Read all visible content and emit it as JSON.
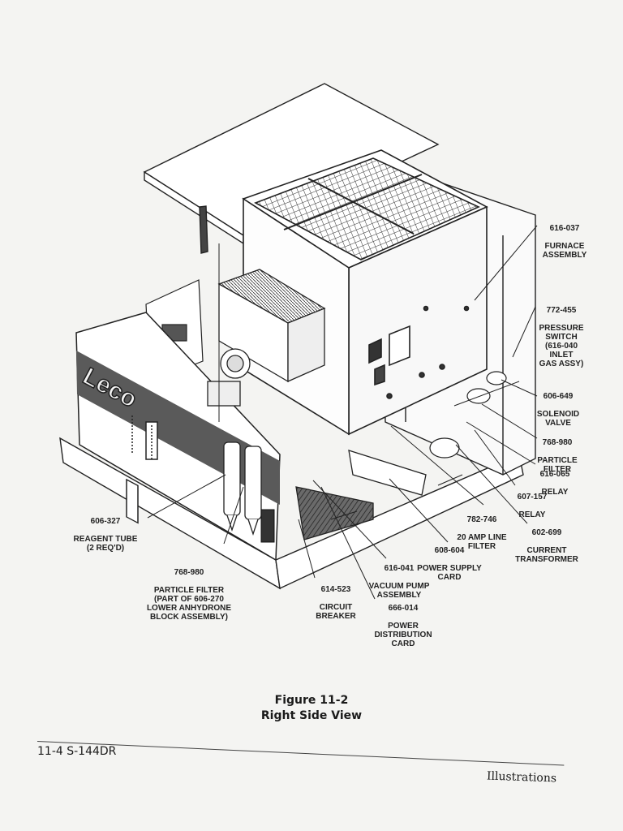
{
  "brand": {
    "logo_text": "Leco"
  },
  "callouts": [
    {
      "id": "furnace",
      "number": "616-037",
      "text": "FURNACE\nASSEMBLY"
    },
    {
      "id": "pressure",
      "number": "772-455",
      "text": "PRESSURE\nSWITCH\n(616-040\nINLET\nGAS ASSY)"
    },
    {
      "id": "solenoid",
      "number": "606-649",
      "text": "SOLENOID\nVALVE"
    },
    {
      "id": "pfilter-right",
      "number": "768-980",
      "text": "PARTICLE\nFILTER"
    },
    {
      "id": "relay1",
      "number": "616-065",
      "text": "RELAY"
    },
    {
      "id": "relay2",
      "number": "607-157",
      "text": "RELAY"
    },
    {
      "id": "transformer",
      "number": "602-699",
      "text": "CURRENT\nTRANSFORMER"
    },
    {
      "id": "linefilter",
      "number": "782-746",
      "text": "20 AMP LINE\nFILTER"
    },
    {
      "id": "powersupply",
      "number": "608-604",
      "text": "POWER SUPPLY\nCARD"
    },
    {
      "id": "vacuum",
      "number": "616-041",
      "text": "VACUUM PUMP\nASSEMBLY"
    },
    {
      "id": "distribution",
      "number": "666-014",
      "text": "POWER\nDISTRIBUTION\nCARD"
    },
    {
      "id": "breaker",
      "number": "614-523",
      "text": "CIRCUIT\nBREAKER"
    },
    {
      "id": "pfilter-left",
      "number": "768-980",
      "text": "PARTICLE FILTER\n(PART OF 606-270\nLOWER ANHYDRONE\nBLOCK ASSEMBLY)"
    },
    {
      "id": "reagent",
      "number": "606-327",
      "text": "REAGENT TUBE\n(2 REQ'D)"
    }
  ],
  "caption": {
    "line1": "Figure 11-2",
    "line2": "Right Side View"
  },
  "footer": {
    "left": "11-4 S-144DR",
    "right": "Illustrations"
  }
}
